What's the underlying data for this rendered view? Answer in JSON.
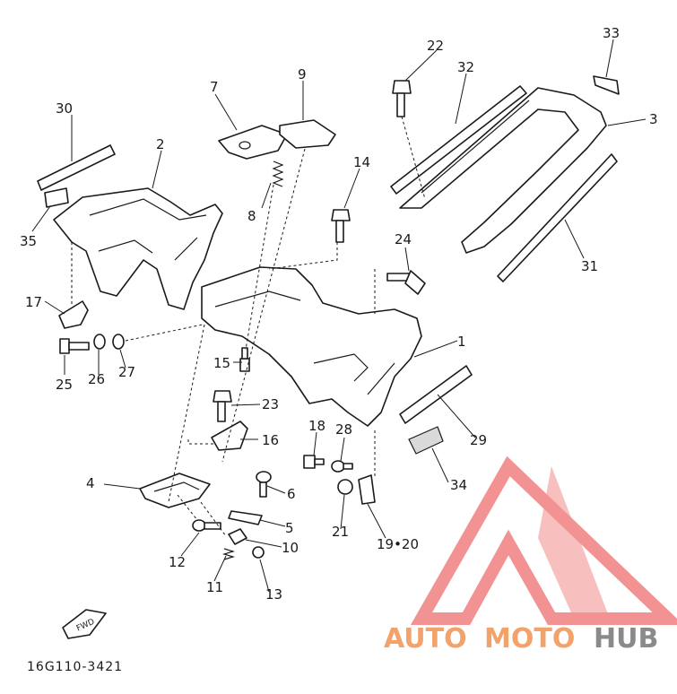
{
  "diagram": {
    "code": "16G110-3421",
    "fwd_label": "FWD",
    "watermark": {
      "text_auto": "AUTO",
      "text_moto": "MOTO",
      "text_hub": "HUB",
      "color_auto": "#f2a36b",
      "color_moto": "#f2a36b",
      "color_hub": "#8a8a8a",
      "logo_color": "#f08080"
    },
    "callouts": {
      "p1": "1",
      "p2": "2",
      "p3": "3",
      "p4": "4",
      "p5": "5",
      "p6": "6",
      "p7": "7",
      "p8": "8",
      "p9": "9",
      "p10": "10",
      "p11": "11",
      "p12": "12",
      "p13": "13",
      "p14": "14",
      "p15": "15",
      "p16": "16",
      "p17": "17",
      "p18": "18",
      "p19_20": "19•20",
      "p21": "21",
      "p22": "22",
      "p23": "23",
      "p24": "24",
      "p25": "25",
      "p26": "26",
      "p27": "27",
      "p28": "28",
      "p29": "29",
      "p30": "30",
      "p31": "31",
      "p32": "32",
      "p33": "33",
      "p34": "34",
      "p35": "35"
    }
  }
}
